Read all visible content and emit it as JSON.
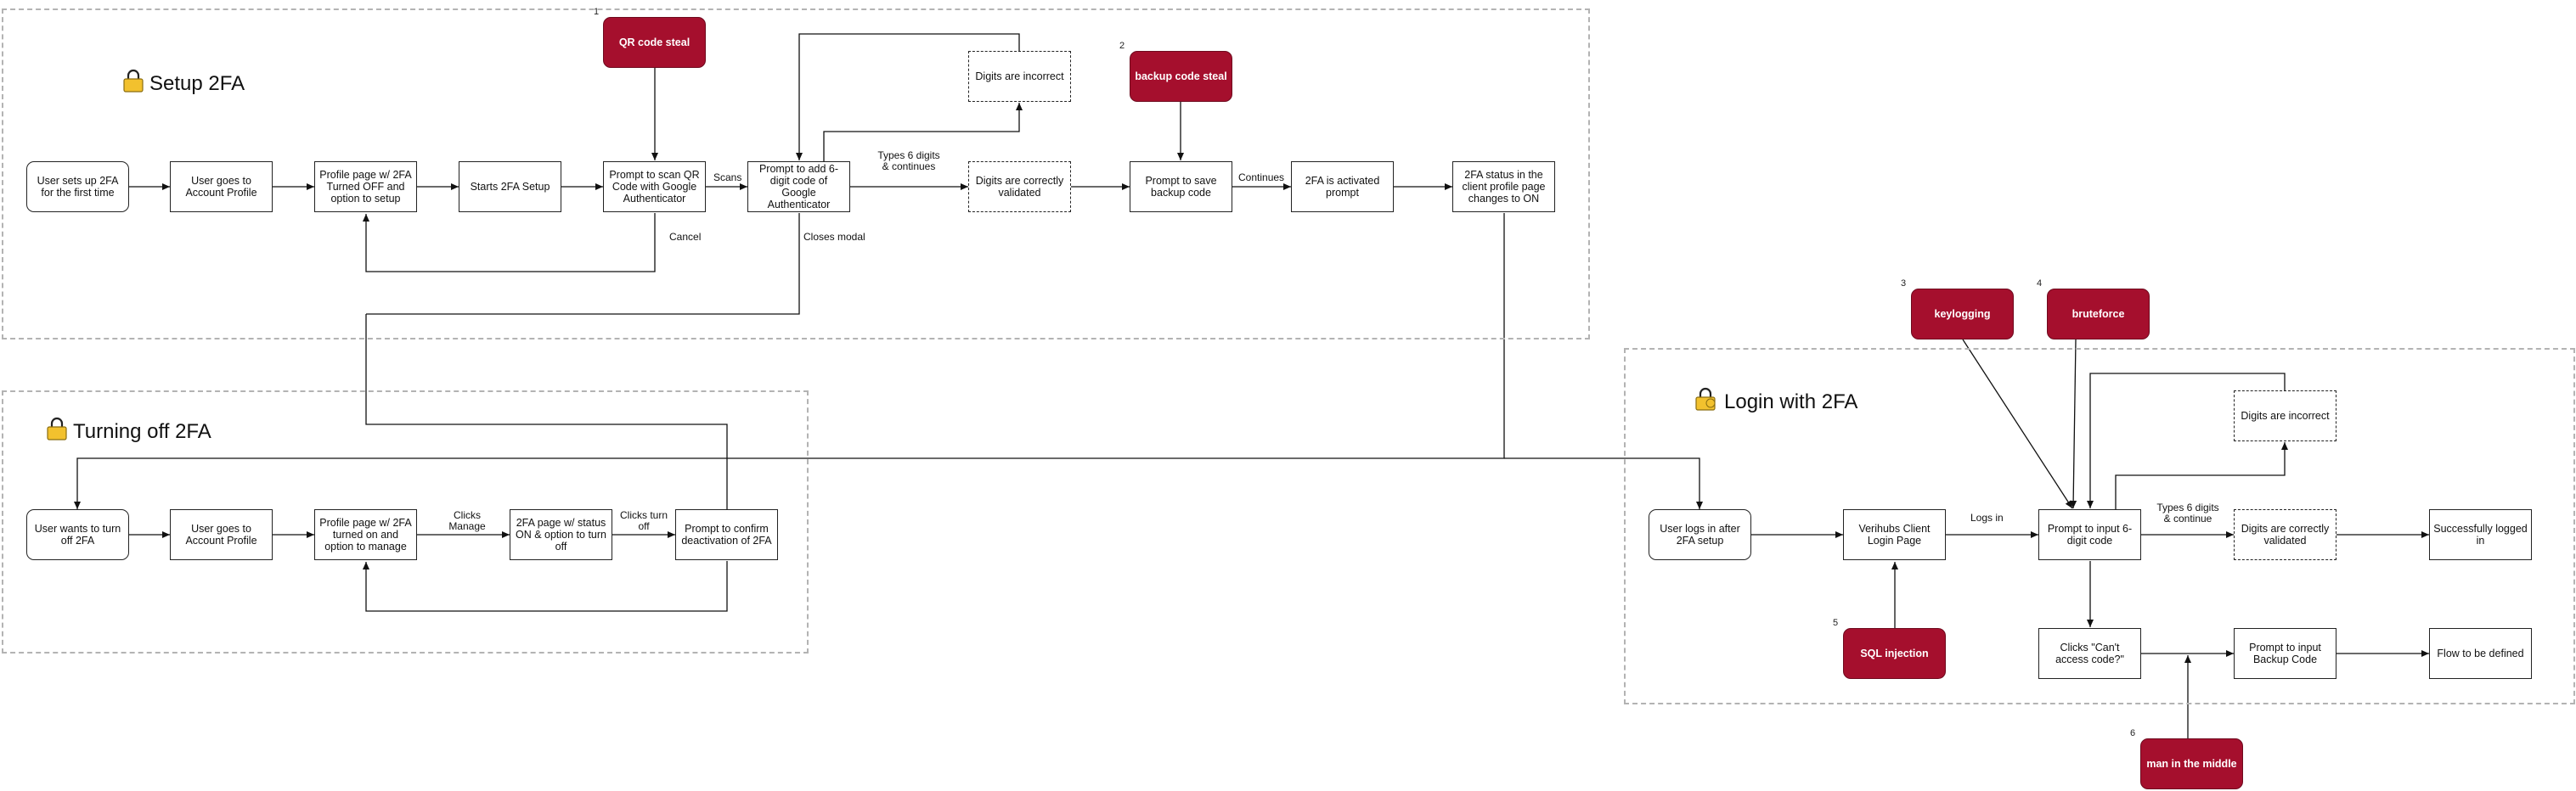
{
  "groups": {
    "setup": {
      "title": "Setup 2FA"
    },
    "turnoff": {
      "title": "Turning off 2FA"
    },
    "login": {
      "title": "Login with 2FA"
    }
  },
  "nodes": {
    "setup_start": "User sets up 2FA for the first time",
    "setup_account": "User goes to Account Profile",
    "setup_profile_off": "Profile page w/ 2FA Turned OFF and option to setup",
    "setup_starts": "Starts 2FA Setup",
    "setup_scan_qr": "Prompt to scan QR Code with Google Authenticator",
    "setup_add_code": "Prompt to add 6-digit code of Google Authenticator",
    "setup_digits_incorrect": "Digits are incorrect",
    "setup_digits_validated": "Digits are correctly validated",
    "setup_backup": "Prompt to save backup code",
    "setup_activated": "2FA is activated prompt",
    "setup_status_on": "2FA status in the client profile page changes to ON",
    "off_start": "User wants to turn off 2FA",
    "off_account": "User goes to Account Profile",
    "off_profile_on": "Profile page w/ 2FA turned on and option to manage",
    "off_page_status": "2FA page w/ status ON & option to turn off",
    "off_confirm": "Prompt to confirm deactivation of 2FA",
    "login_start": "User logs in after 2FA setup",
    "login_page": "Verihubs Client Login Page",
    "login_input_code": "Prompt to input 6-digit code",
    "login_digits_incorrect": "Digits are incorrect",
    "login_digits_validated": "Digits are correctly validated",
    "login_success": "Successfully logged in",
    "login_cant_access": "Clicks \"Can't access code?\"",
    "login_backup_input": "Prompt to input Backup Code",
    "login_flow_tbd": "Flow to be defined"
  },
  "threats": [
    {
      "number": "1",
      "label": "QR code steal"
    },
    {
      "number": "2",
      "label": "backup code steal"
    },
    {
      "number": "3",
      "label": "keylogging"
    },
    {
      "number": "4",
      "label": "bruteforce"
    },
    {
      "number": "5",
      "label": "SQL injection"
    },
    {
      "number": "6",
      "label": "man in the middle"
    }
  ],
  "edge_labels": {
    "scans": "Scans",
    "cancel": "Cancel",
    "closes_modal": "Closes modal",
    "types_continue": "Types 6 digits & continues",
    "continues": "Continues",
    "clicks_manage": "Clicks Manage",
    "clicks_turn_off": "Clicks turn off",
    "logs_in": "Logs in",
    "types_continue_login": "Types 6 digits & continue"
  },
  "colors": {
    "threat": "#a50f2d",
    "lock": "#f2c12e"
  },
  "icons": {
    "group_icon": "lock-icon"
  }
}
